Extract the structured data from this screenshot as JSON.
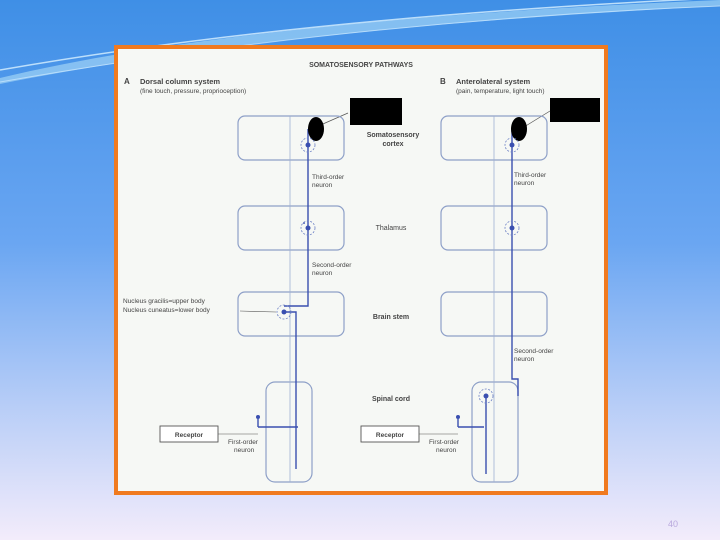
{
  "slide": {
    "title": "SOMATOSENSORY PATHWAYS",
    "page_number": "40"
  },
  "panel_a": {
    "letter": "A",
    "system_title": "Dorsal column system",
    "system_subtitle": "(fine touch, pressure, proprioception)",
    "third_order": [
      "Third-order",
      "neuron"
    ],
    "second_order": [
      "Second-order",
      "neuron"
    ],
    "nucleus_1": "Nucleus gracilis=upper body",
    "nucleus_2": "Nucleus cuneatus=lower body",
    "receptor": "Receptor",
    "first_order": [
      "First-order",
      "neuron"
    ]
  },
  "panel_b": {
    "letter": "B",
    "system_title": "Anterolateral system",
    "system_subtitle": "(pain, temperature, light touch)",
    "third_order": [
      "Third-order",
      "neuron"
    ],
    "second_order": [
      "Second-order",
      "neuron"
    ],
    "receptor": "Receptor",
    "first_order": [
      "First-order",
      "neuron"
    ]
  },
  "levels": {
    "cortex": [
      "Somatosensory",
      "cortex"
    ],
    "thalamus": "Thalamus",
    "brain_stem": "Brain stem",
    "spinal_cord": "Spinal cord"
  },
  "colors": {
    "frame": "#f07a1f",
    "pathway": "#3a4fb0",
    "box_outline": "#8ea0c8"
  }
}
